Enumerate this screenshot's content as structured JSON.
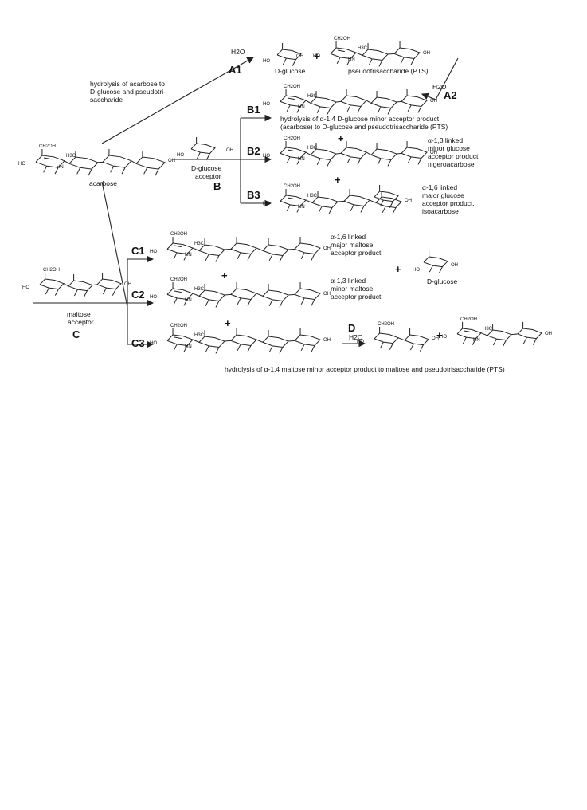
{
  "labels": {
    "A1": "A1",
    "A2": "A2",
    "B": "B",
    "B1": "B1",
    "B2": "B2",
    "B3": "B3",
    "C": "C",
    "C1": "C1",
    "C2": "C2",
    "C3": "C3",
    "D": "D"
  },
  "reagents": {
    "h2o": "H2O",
    "plus": "+"
  },
  "compounds": {
    "acarbose": "acarbose",
    "d_glucose": "D-glucose",
    "pts": "pseudotrisaccharide (PTS)",
    "d_glucose_acceptor_1": "D-glucose",
    "d_glucose_acceptor_2": "acceptor",
    "maltose_acceptor_1": "maltose",
    "maltose_acceptor_2": "acceptor",
    "d_glucose_c": "D-glucose"
  },
  "annotations": {
    "hydrolysis_acarbose": [
      "hydrolysis of acarbose to",
      "D-glucose and pseudotri-",
      "saccharide"
    ],
    "b1_text": [
      "hydrolysis of α-1,4 D-glucose minor acceptor product",
      "(acarbose) to D-glucose and pseudotrisaccharide (PTS)"
    ],
    "b2_text": [
      "α-1,3 linked",
      "minor glucose",
      "acceptor product,",
      "nigeroacarbose"
    ],
    "b3_text": [
      "α-1,6 linked",
      "major glucose",
      "acceptor product,",
      "isoacarbose"
    ],
    "c1_text": [
      "α-1,6 linked",
      "major maltose",
      "acceptor product"
    ],
    "c2_text": [
      "α-1,3 linked",
      "minor maltose",
      "acceptor product"
    ],
    "d_text": "hydrolysis of α-1,4 maltose minor acceptor product to maltose and pseudotrisaccharide (PTS)"
  },
  "structure_atoms": {
    "ch2oh": "CH2OH",
    "ho": "HO",
    "oh": "OH",
    "hn": "HN",
    "h3c": "H3C"
  }
}
